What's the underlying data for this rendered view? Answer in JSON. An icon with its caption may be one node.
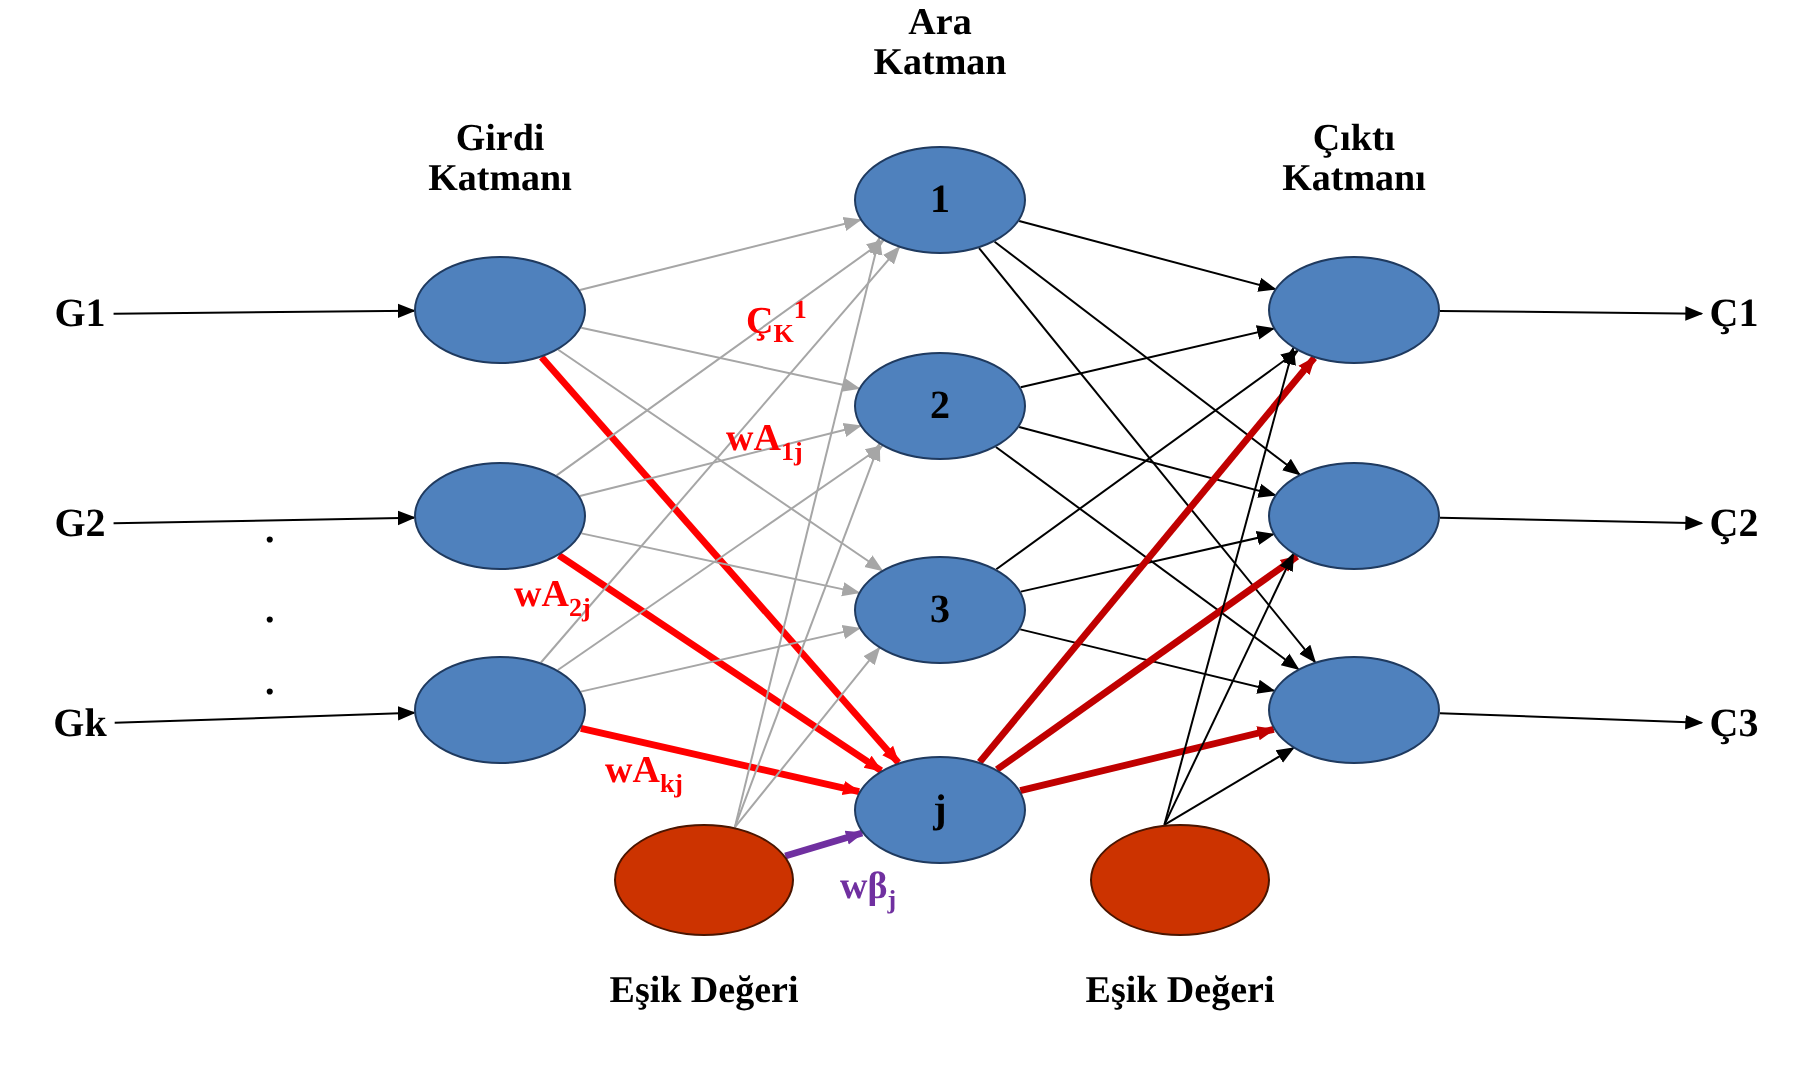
{
  "diagram": {
    "nodes": [
      {
        "text": [
          "G1"
        ]
      },
      {
        "text": [
          "G2"
        ]
      },
      {
        "text": [
          "Gk"
        ]
      },
      {
        "text": [],
        "shape": "circle"
      },
      {
        "text": [],
        "shape": "circle"
      },
      {
        "text": [],
        "shape": "circle"
      },
      {
        "text": [
          "1"
        ]
      },
      {
        "text": [
          "2"
        ]
      },
      {
        "text": [
          "3"
        ]
      },
      {
        "text": [
          "j"
        ]
      },
      {
        "text": [],
        "shape": "circle"
      },
      {
        "text": [],
        "shape": "circle"
      },
      {
        "text": [],
        "shape": "circle"
      },
      {
        "text": [],
        "shape": "circle",
        "beside": [
          "Eşik Değeri"
        ]
      },
      {
        "text": [],
        "shape": "circle",
        "beside": [
          "Eşik Değeri"
        ]
      },
      {
        "text": [
          "Ç1"
        ]
      },
      {
        "text": [
          "Ç2"
        ]
      },
      {
        "text": [
          "Ç3"
        ]
      }
    ],
    "edges": [
      {
        "from": 0,
        "to": 3,
        "arrow": "to"
      },
      {
        "from": 1,
        "to": 4,
        "arrow": "to"
      },
      {
        "from": 2,
        "to": 5,
        "arrow": "to"
      },
      {
        "from": 3,
        "to": 6,
        "arrow": "to",
        "color": "#a6a6a6"
      },
      {
        "from": 3,
        "to": 7,
        "arrow": "to",
        "color": "#a6a6a6"
      },
      {
        "from": 3,
        "to": 8,
        "arrow": "to",
        "color": "#a6a6a6"
      },
      {
        "from": 3,
        "to": 9,
        "arrow": "to",
        "color": "#ff0000",
        "style": "thick"
      },
      {
        "from": 4,
        "to": 6,
        "arrow": "to",
        "color": "#a6a6a6"
      },
      {
        "from": 4,
        "to": 7,
        "arrow": "to",
        "color": "#a6a6a6"
      },
      {
        "from": 4,
        "to": 8,
        "arrow": "to",
        "color": "#a6a6a6"
      },
      {
        "from": 4,
        "to": 9,
        "arrow": "to",
        "color": "#ff0000",
        "style": "thick"
      },
      {
        "from": 5,
        "to": 6,
        "arrow": "to",
        "color": "#a6a6a6"
      },
      {
        "from": 5,
        "to": 7,
        "arrow": "to",
        "color": "#a6a6a6"
      },
      {
        "from": 5,
        "to": 8,
        "arrow": "to",
        "color": "#a6a6a6"
      },
      {
        "from": 5,
        "to": 9,
        "arrow": "to",
        "color": "#ff0000",
        "style": "thick"
      },
      {
        "from": 13,
        "to": 6,
        "arrow": "to",
        "color": "#a6a6a6"
      },
      {
        "from": 13,
        "to": 7,
        "arrow": "to",
        "color": "#a6a6a6"
      },
      {
        "from": 13,
        "to": 8,
        "arrow": "to",
        "color": "#a6a6a6"
      },
      {
        "from": 13,
        "to": 9,
        "arrow": "to",
        "color": "#7030a0",
        "style": "thick"
      },
      {
        "from": 6,
        "to": 10,
        "arrow": "to"
      },
      {
        "from": 6,
        "to": 11,
        "arrow": "to"
      },
      {
        "from": 6,
        "to": 12,
        "arrow": "to"
      },
      {
        "from": 7,
        "to": 10,
        "arrow": "to"
      },
      {
        "from": 7,
        "to": 11,
        "arrow": "to"
      },
      {
        "from": 7,
        "to": 12,
        "arrow": "to"
      },
      {
        "from": 8,
        "to": 10,
        "arrow": "to"
      },
      {
        "from": 8,
        "to": 11,
        "arrow": "to"
      },
      {
        "from": 8,
        "to": 12,
        "arrow": "to"
      },
      {
        "from": 9,
        "to": 10,
        "arrow": "to",
        "color": "#c00000",
        "style": "thick"
      },
      {
        "from": 9,
        "to": 11,
        "arrow": "to",
        "color": "#c00000",
        "style": "thick"
      },
      {
        "from": 9,
        "to": 12,
        "arrow": "to",
        "color": "#c00000",
        "style": "thick"
      },
      {
        "from": 14,
        "to": 10,
        "arrow": "to"
      },
      {
        "from": 14,
        "to": 11,
        "arrow": "to"
      },
      {
        "from": 14,
        "to": 12,
        "arrow": "to"
      },
      {
        "from": 10,
        "to": 15,
        "arrow": "to"
      },
      {
        "from": 11,
        "to": 16,
        "arrow": "to"
      },
      {
        "from": 12,
        "to": 17,
        "arrow": "to"
      }
    ],
    "labels": [
      "Ara Katman",
      "Girdi Katmanı",
      "Çıktı Katmanı",
      "Ç$_{K}$$^{1}$",
      "wA$_{1j}$",
      ".",
      "wA$_{2j}$",
      ".",
      ".",
      "wA$_{kj}$",
      "wβ$_{j}$"
    ]
  }
}
